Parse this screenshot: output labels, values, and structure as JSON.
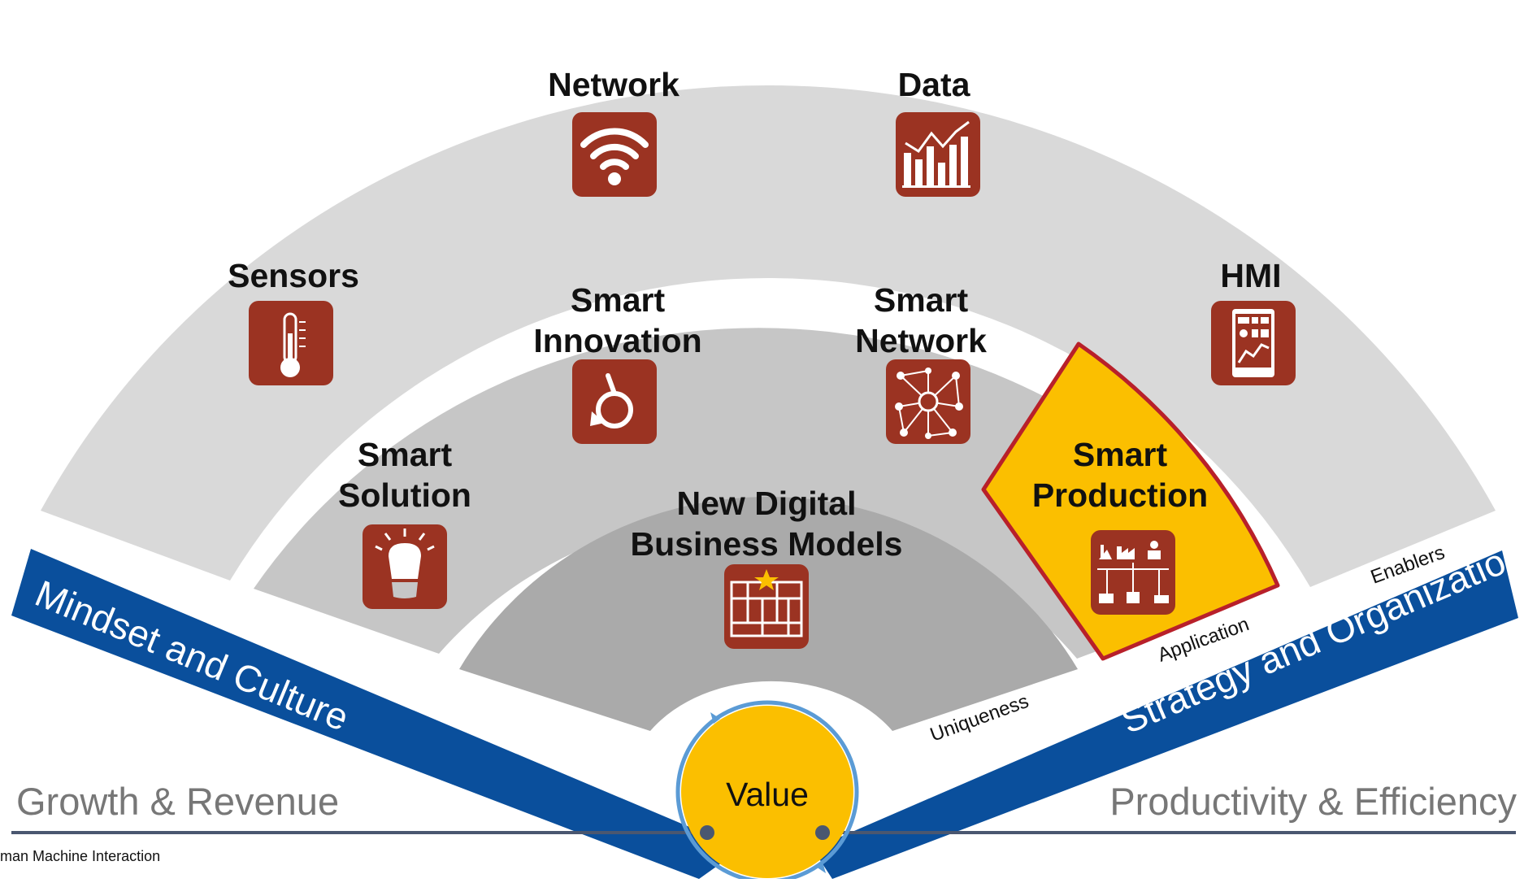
{
  "colors": {
    "outer_ring": "#d9d9d9",
    "middle_ring": "#c6c6c6",
    "inner_ring": "#aaaaaa",
    "icon_tile": "#9b3322",
    "highlight_fill": "#fbbf00",
    "highlight_border": "#b8202a",
    "band": "#0a4f9c",
    "value_circle": "#fbbf00",
    "value_ring": "#5b9bd5",
    "baseline": "#4a5770"
  },
  "outer_ring": {
    "network": {
      "label": "Network",
      "icon": "wifi-icon"
    },
    "data": {
      "label": "Data",
      "icon": "bar-chart-icon"
    },
    "sensors": {
      "label": "Sensors",
      "icon": "thermometer-icon"
    },
    "hmi": {
      "label": "HMI",
      "icon": "tablet-dashboard-icon"
    }
  },
  "middle_ring": {
    "smart_innovation": {
      "line1": "Smart",
      "line2": "Innovation",
      "icon": "cycle-arrow-icon"
    },
    "smart_network": {
      "line1": "Smart",
      "line2": "Network",
      "icon": "network-nodes-icon"
    },
    "smart_solution": {
      "line1": "Smart",
      "line2": "Solution",
      "icon": "light-bulb-icon"
    },
    "smart_production": {
      "line1": "Smart",
      "line2": "Production",
      "icon": "factory-icon"
    }
  },
  "inner_ring": {
    "new_digital": {
      "line1": "New Digital",
      "line2": "Business Models",
      "icon": "business-grid-star-icon"
    }
  },
  "captions": {
    "uniqueness": "Uniqueness",
    "application": "Application",
    "enablers": "Enablers"
  },
  "bands": {
    "left": "Mindset and Culture",
    "right": "Strategy and Organization"
  },
  "value": "Value",
  "bottom": {
    "left": "Growth & Revenue",
    "right": "Productivity & Efficiency"
  },
  "footnote": "man Machine Interaction"
}
